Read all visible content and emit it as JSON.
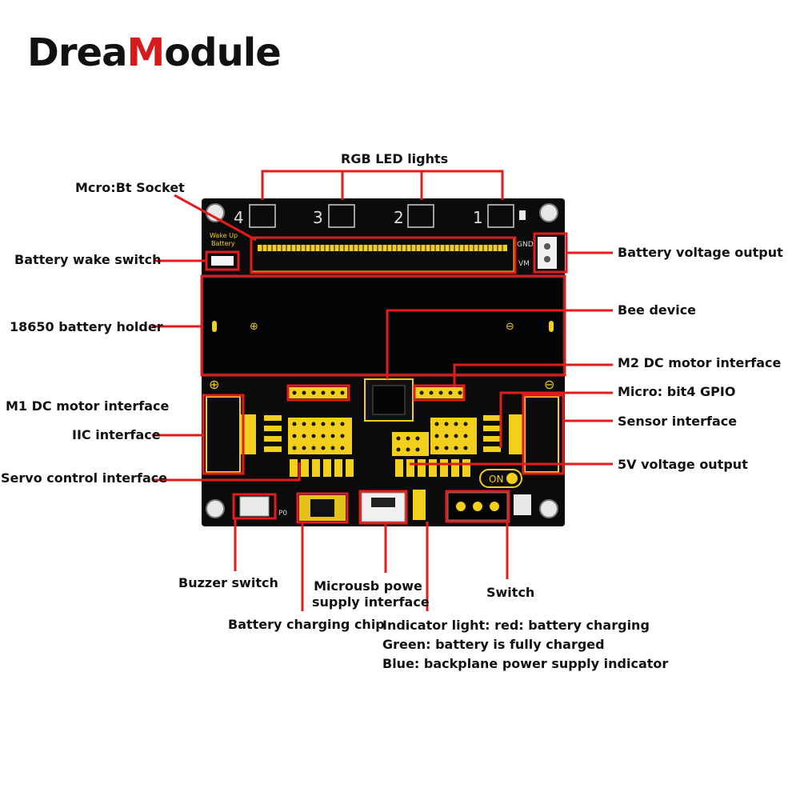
{
  "brand": {
    "prefix": "Drea",
    "accent": "M",
    "suffix": "odule"
  },
  "board": {
    "led_numbers": [
      "4",
      "3",
      "2",
      "1"
    ],
    "wake_label_1": "Wake Up",
    "wake_label_2": "Battery",
    "pin_gnd": "GND",
    "pin_vm": "VM",
    "on_label": "ON",
    "buzzer_mark": "P0"
  },
  "labels": {
    "rgb_led": "RGB LED lights",
    "microbit_socket": "Mcro:Bt Socket",
    "battery_wake": "Battery wake switch",
    "battery_holder": "18650 battery holder",
    "m1_motor": "M1 DC motor interface",
    "iic": "IIC interface",
    "servo": "Servo control interface",
    "battery_voltage": "Battery voltage output",
    "bee": "Bee device",
    "m2_motor": "M2 DC motor interface",
    "gpio": "Micro: bit4 GPIO",
    "sensor": "Sensor interface",
    "v5_output": "5V voltage output",
    "buzzer_switch": "Buzzer switch",
    "microusb_1": "Microusb powe",
    "microusb_2": "supply interface",
    "switch": "Switch",
    "charging_chip": "Battery charging chip",
    "indicator_1": "Indicator light: red: battery charging",
    "indicator_2": "Green: battery is fully charged",
    "indicator_3": "Blue: backplane power supply indicator"
  },
  "colors": {
    "board": "#0b0b0b",
    "silk": "#f2cf1b",
    "callout": "#e21b1b",
    "accent": "#d71a1a"
  }
}
